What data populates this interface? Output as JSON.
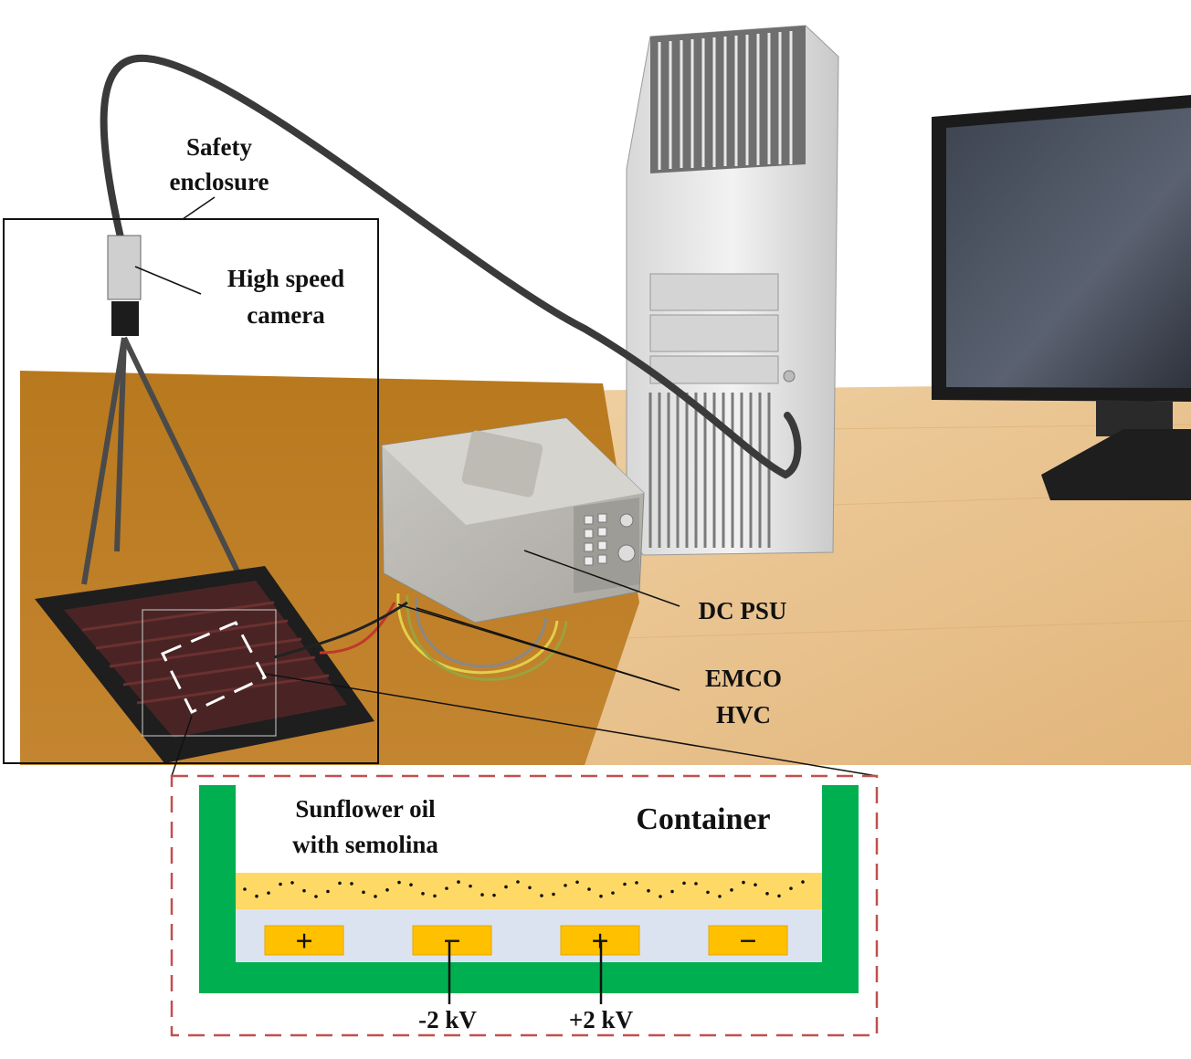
{
  "labels": {
    "safety_enclosure": [
      "Safety",
      "enclosure"
    ],
    "high_speed_camera": [
      "High speed",
      "camera"
    ],
    "dc_psu": "DC PSU",
    "emco_hvc": [
      "EMCO",
      "HVC"
    ],
    "sunflower_oil": [
      "Sunflower oil",
      "with semolina"
    ],
    "container": "Container",
    "neg_voltage": "-2 kV",
    "pos_voltage": "+2 kV"
  },
  "electrodes": [
    "+",
    "−",
    "+",
    "−"
  ],
  "colors": {
    "container_green": "#00b050",
    "oil_yellow": "#ffd966",
    "electrode_orange": "#ffc000",
    "dielectric_blue": "#dce3f0",
    "inset_border_red": "#c0504d",
    "desk_wood": "#e9c28f",
    "floor_brown": "#b97a1e"
  }
}
